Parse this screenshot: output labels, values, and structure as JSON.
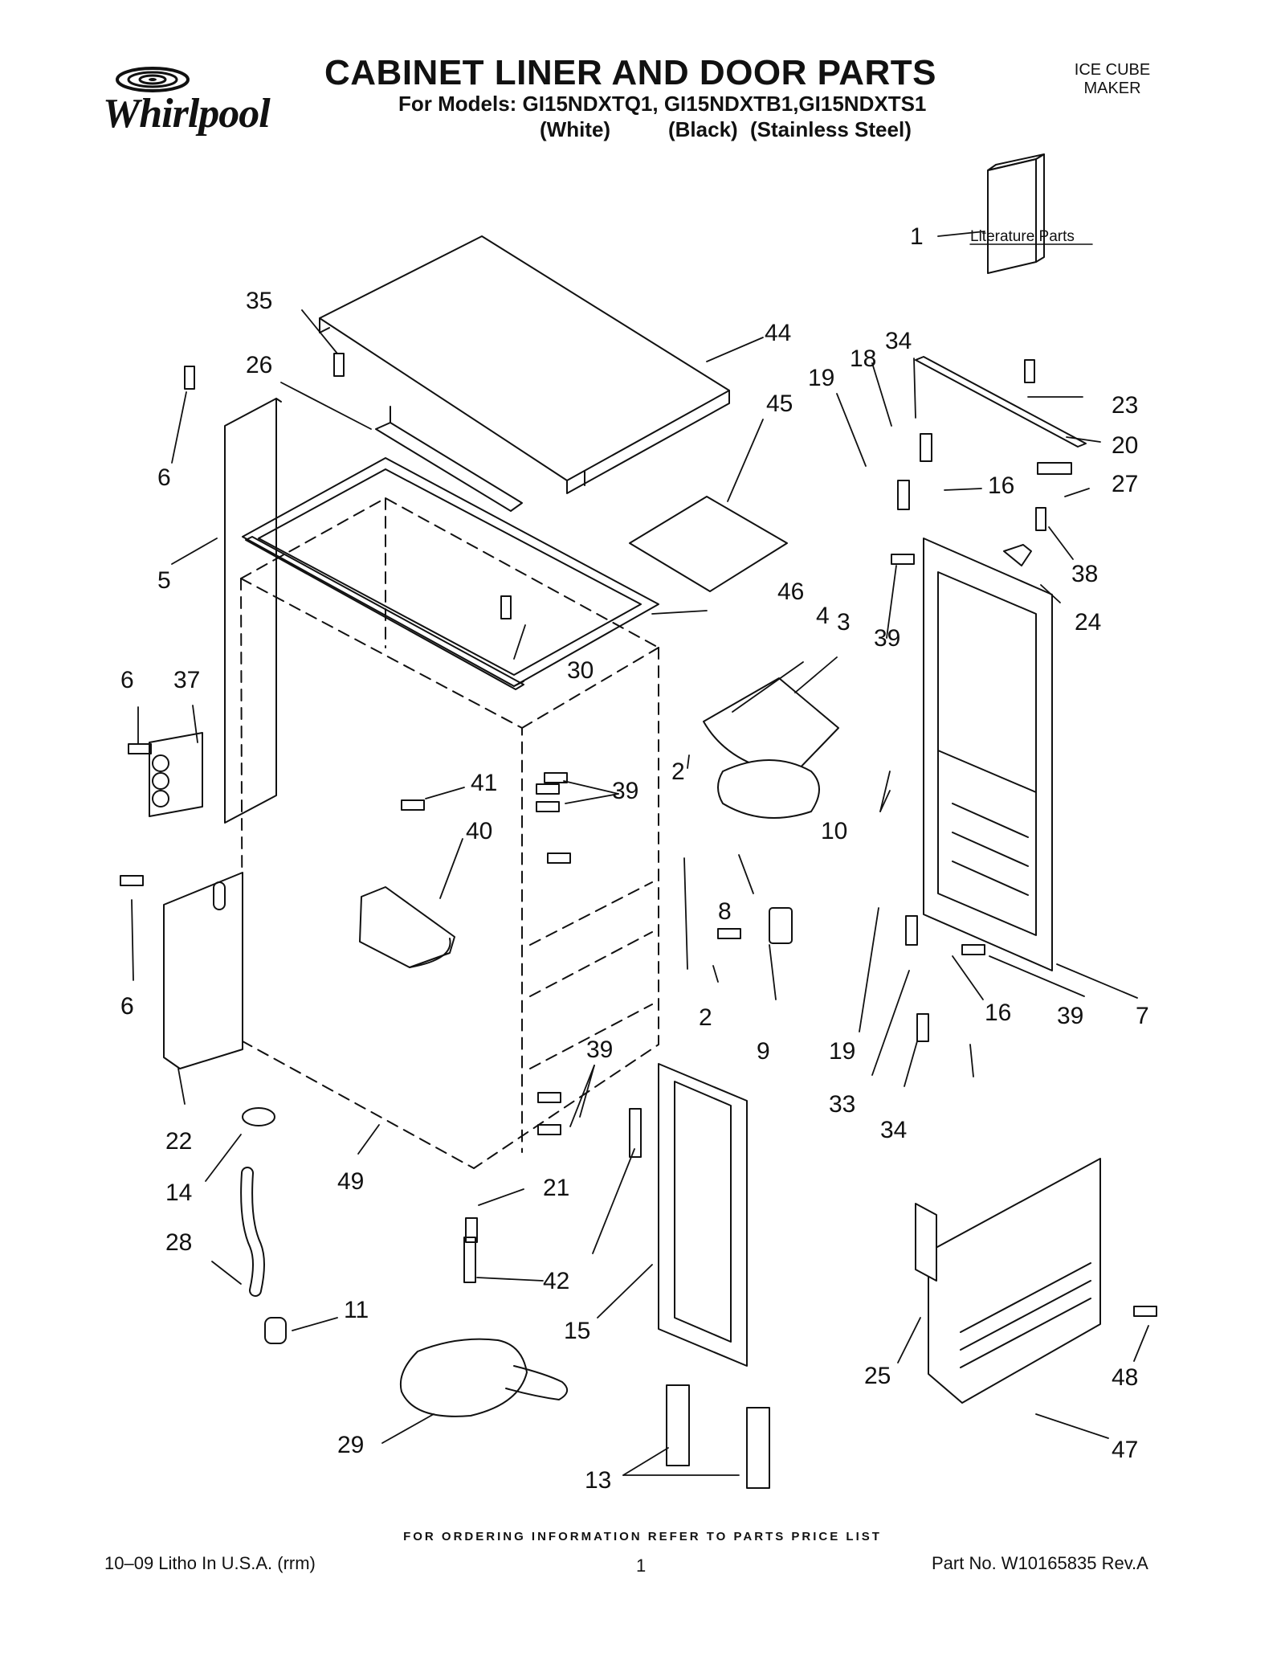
{
  "brand": {
    "name": "Whirlpool"
  },
  "header": {
    "title": "CABINET LINER AND DOOR PARTS",
    "models_line": "For Models: GI15NDXTQ1, GI15NDXTB1,GI15NDXTS1",
    "finish_white": "(White)",
    "finish_black": "(Black)",
    "finish_stainless": "(Stainless Steel)",
    "product_line1": "ICE CUBE",
    "product_line2": "MAKER"
  },
  "diagram": {
    "literature_label": "Literature Parts",
    "callouts": [
      "1",
      "35",
      "44",
      "26",
      "34",
      "18",
      "19",
      "45",
      "23",
      "6",
      "20",
      "16",
      "27",
      "5",
      "38",
      "46",
      "24",
      "39",
      "4",
      "3",
      "30",
      "6",
      "37",
      "41",
      "2",
      "39",
      "40",
      "10",
      "6",
      "8",
      "2",
      "16",
      "39",
      "7",
      "6",
      "9",
      "19",
      "33",
      "34",
      "39",
      "22",
      "21",
      "14",
      "49",
      "28",
      "42",
      "15",
      "11",
      "25",
      "48",
      "29",
      "47",
      "13"
    ]
  },
  "footer": {
    "order_note": "FOR ORDERING INFORMATION REFER TO PARTS PRICE LIST",
    "litho": "10–09 Litho In U.S.A. (rrm)",
    "page": "1",
    "part_no": "Part No. W10165835 Rev.A"
  }
}
